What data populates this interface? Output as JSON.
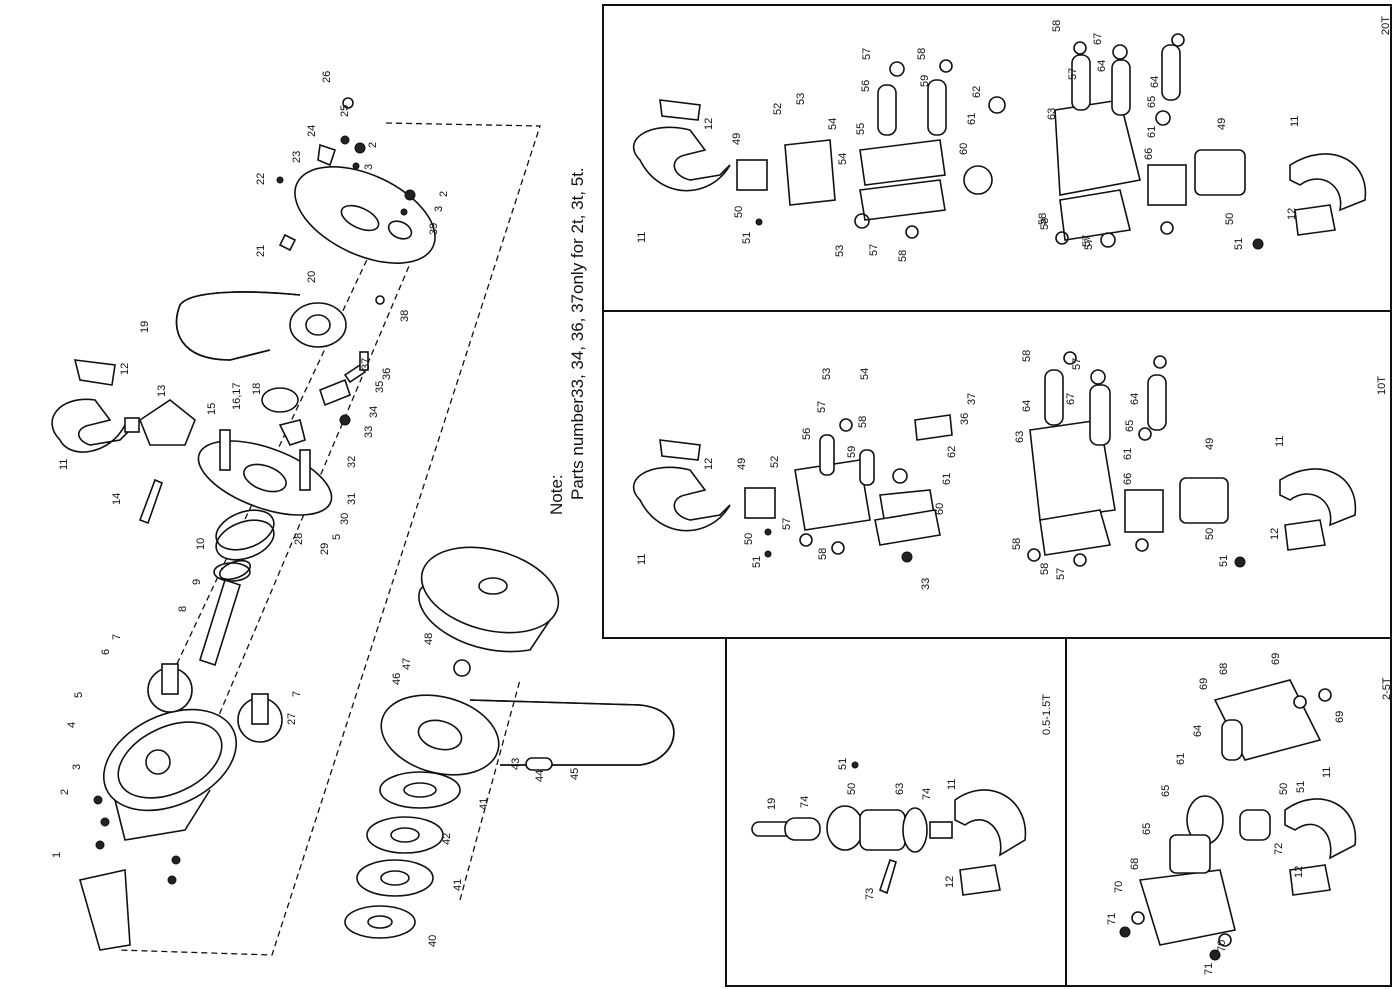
{
  "note": {
    "heading": "Note:",
    "text": "Parts number33, 34, 36, 37only for 2t, 3t, 5t."
  },
  "panels": {
    "top_right_label": "20T",
    "middle_right_label": "10T",
    "bottom_left_label": "0.5-1.5T",
    "bottom_right_label": "2-5T"
  },
  "main_labels": [
    "1",
    "2",
    "3",
    "4",
    "5",
    "6",
    "7",
    "7",
    "8",
    "9",
    "10",
    "11",
    "12",
    "13",
    "14",
    "15",
    "16,17",
    "18",
    "19",
    "20",
    "21",
    "22",
    "23",
    "24",
    "25",
    "26",
    "2",
    "3",
    "2",
    "3",
    "39",
    "38",
    "37",
    "36",
    "35",
    "34",
    "33",
    "32",
    "31",
    "30",
    "5",
    "29",
    "28",
    "27",
    "40",
    "41",
    "42",
    "41",
    "43",
    "44",
    "45",
    "46",
    "47",
    "48"
  ],
  "panel20_labels": [
    "11",
    "12",
    "49",
    "50",
    "51",
    "52",
    "53",
    "54",
    "53",
    "54",
    "55",
    "56",
    "57",
    "57",
    "58",
    "58",
    "59",
    "60",
    "61",
    "62",
    "58",
    "57",
    "63",
    "64",
    "67",
    "57",
    "58",
    "65",
    "64",
    "61",
    "66",
    "49",
    "11",
    "12",
    "50",
    "51",
    "58",
    "57"
  ],
  "panel10_labels": [
    "11",
    "12",
    "49",
    "50",
    "51",
    "52",
    "53",
    "54",
    "56",
    "57",
    "58",
    "58",
    "59",
    "57",
    "60",
    "61",
    "62",
    "36",
    "37",
    "33",
    "58",
    "64",
    "67",
    "57",
    "58",
    "63",
    "65",
    "64",
    "61",
    "66",
    "49",
    "11",
    "12",
    "50",
    "51",
    "58",
    "57"
  ],
  "panel05_labels": [
    "19",
    "74",
    "50",
    "51",
    "63",
    "74",
    "11",
    "12",
    "73"
  ],
  "panel25_labels": [
    "69",
    "68",
    "69",
    "69",
    "64",
    "61",
    "65",
    "65",
    "51",
    "50",
    "72",
    "11",
    "12",
    "68",
    "70",
    "71",
    "70",
    "71"
  ]
}
